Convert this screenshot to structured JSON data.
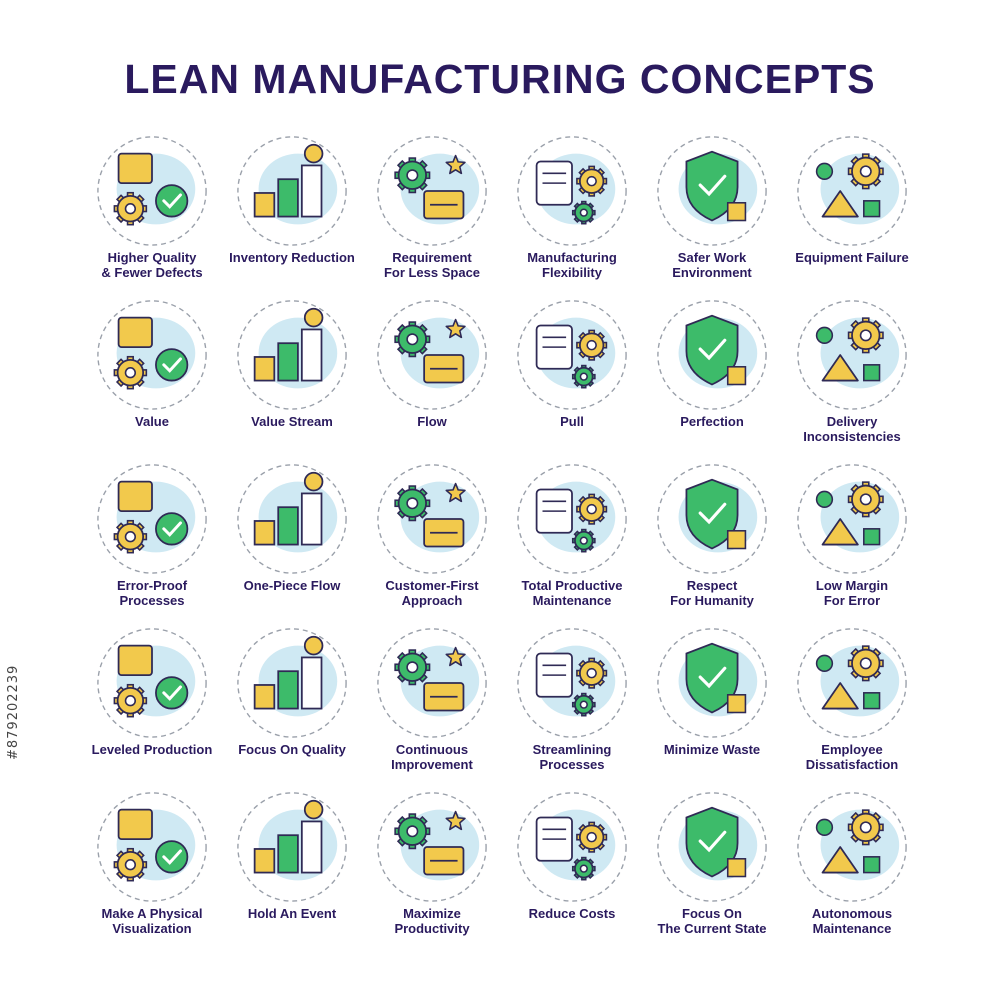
{
  "title": "LEAN MANUFACTURING CONCEPTS",
  "side_id": "#879202239",
  "colors": {
    "title": "#2a1a5e",
    "outline": "#2f2a55",
    "green": "#3dbb6a",
    "yellow": "#f2c94c",
    "blue": "#cfe9f3",
    "dash": "#9aa0aa"
  },
  "items": [
    {
      "label": "Higher Quality\n& Fewer Defects",
      "icon": "quality-badge-icon"
    },
    {
      "label": "Inventory Reduction",
      "icon": "inventory-chart-icon"
    },
    {
      "label": "Requirement\nFor Less Space",
      "icon": "warehouse-space-icon"
    },
    {
      "label": "Manufacturing\nFlexibility",
      "icon": "rocket-gears-icon"
    },
    {
      "label": "Safer Work\nEnvironment",
      "icon": "shield-check-icon"
    },
    {
      "label": "Equipment Failure",
      "icon": "broken-gear-icon"
    },
    {
      "label": "Value",
      "icon": "star-target-icon"
    },
    {
      "label": "Value Stream",
      "icon": "process-checklist-icon"
    },
    {
      "label": "Flow",
      "icon": "flowchart-conveyor-icon"
    },
    {
      "label": "Pull",
      "icon": "warehouse-truck-icon"
    },
    {
      "label": "Perfection",
      "icon": "handshake-stars-icon"
    },
    {
      "label": "Delivery\nInconsistencies",
      "icon": "boxes-location-icon"
    },
    {
      "label": "Error-Proof\nProcesses",
      "icon": "error-proof-icon"
    },
    {
      "label": "One-Piece Flow",
      "icon": "one-piece-flow-icon"
    },
    {
      "label": "Customer-First\nApproach",
      "icon": "customer-target-icon"
    },
    {
      "label": "Total Productive\nMaintenance",
      "icon": "team-shield-icon"
    },
    {
      "label": "Respect\nFor Humanity",
      "icon": "hands-briefcase-icon"
    },
    {
      "label": "Low Margin\nFor Error",
      "icon": "funnel-warning-icon"
    },
    {
      "label": "Leveled Production",
      "icon": "leveled-clock-icon"
    },
    {
      "label": "Focus On Quality",
      "icon": "diamond-gear-icon"
    },
    {
      "label": "Continuous\nImprovement",
      "icon": "growth-chart-icon"
    },
    {
      "label": "Streamlining\nProcesses",
      "icon": "refresh-truck-icon"
    },
    {
      "label": "Minimize Waste",
      "icon": "recycle-scale-icon"
    },
    {
      "label": "Employee\nDissatisfaction",
      "icon": "worker-stop-icon"
    },
    {
      "label": "Make A Physical\nVisualization",
      "icon": "dashboard-screen-icon"
    },
    {
      "label": "Hold An Event",
      "icon": "presentation-event-icon"
    },
    {
      "label": "Maximize\nProductivity",
      "icon": "speedometer-gears-icon"
    },
    {
      "label": "Reduce Costs",
      "icon": "scissors-money-icon"
    },
    {
      "label": "Focus On\nThe Current State",
      "icon": "hand-warning-icon"
    },
    {
      "label": "Autonomous\nMaintenance",
      "icon": "robot-arm-icon"
    }
  ]
}
